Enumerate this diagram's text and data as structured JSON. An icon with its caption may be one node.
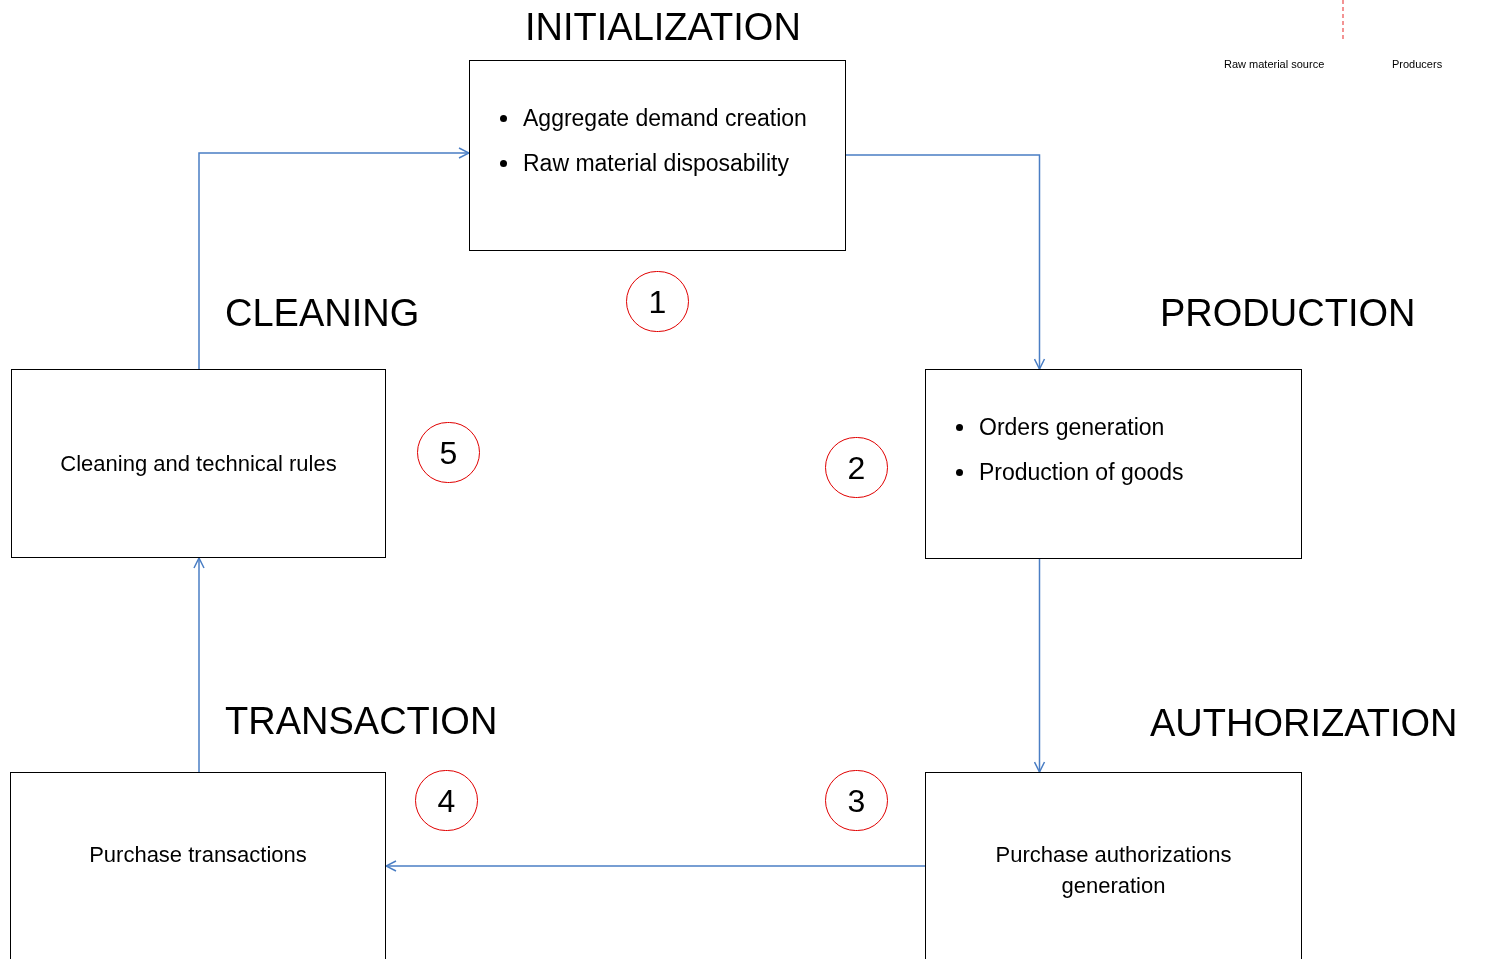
{
  "diagram": {
    "nodes": [
      {
        "text": [
          "Aggregate demand creation",
          "Raw material disposability"
        ]
      },
      {
        "text": [
          "Orders generation",
          "Production  of goods"
        ]
      },
      {
        "text": [
          "Purchase authorizations generation"
        ]
      },
      {
        "text": [
          "Purchase transactions"
        ]
      },
      {
        "text": [
          "Cleaning and technical rules"
        ]
      },
      {
        "text": [
          "1"
        ]
      },
      {
        "text": [
          "2"
        ]
      },
      {
        "text": [
          "3"
        ]
      },
      {
        "text": [
          "4"
        ]
      },
      {
        "text": [
          "5"
        ]
      }
    ],
    "edges": [
      {
        "from": 0,
        "to": 1,
        "arrow": "to"
      },
      {
        "from": 1,
        "to": 2,
        "arrow": "to"
      },
      {
        "from": 2,
        "to": 3,
        "arrow": "to"
      },
      {
        "from": 3,
        "to": 4,
        "arrow": "to"
      },
      {
        "from": 4,
        "to": 0,
        "arrow": "to"
      }
    ],
    "labels": [
      "INITIALIZATION",
      "CLEANING",
      "PRODUCTION",
      "TRANSACTION",
      "AUTHORIZATION",
      "Raw material source",
      "Producers"
    ]
  }
}
